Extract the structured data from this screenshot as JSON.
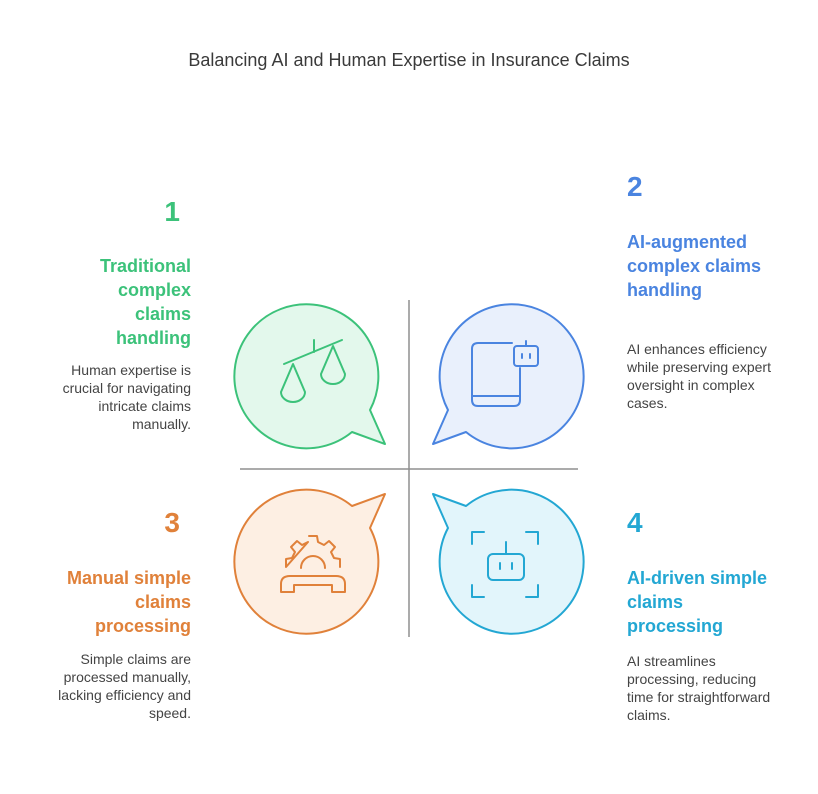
{
  "title": "Balancing AI and Human Expertise in Insurance Claims",
  "quadrants": [
    {
      "number": "1",
      "heading": "Traditional complex claims handling",
      "description": "Human expertise is crucial for navigating intricate claims manually.",
      "icon": "scales-icon",
      "color": "#3cc27a",
      "fill": "#e3f8ec"
    },
    {
      "number": "2",
      "heading": "AI-augmented complex claims handling",
      "description": "AI enhances efficiency while preserving expert oversight in complex cases.",
      "icon": "tablet-robot-icon",
      "color": "#4a84e0",
      "fill": "#e9f0fc"
    },
    {
      "number": "3",
      "heading": "Manual simple claims processing",
      "description": "Simple claims are processed manually, lacking efficiency and speed.",
      "icon": "support-agent-icon",
      "color": "#e0813a",
      "fill": "#fdefe3"
    },
    {
      "number": "4",
      "heading": "AI-driven simple claims processing",
      "description": "AI streamlines processing, reducing time for straightforward claims.",
      "icon": "robot-scan-icon",
      "color": "#23a7d3",
      "fill": "#e2f5fb"
    }
  ]
}
